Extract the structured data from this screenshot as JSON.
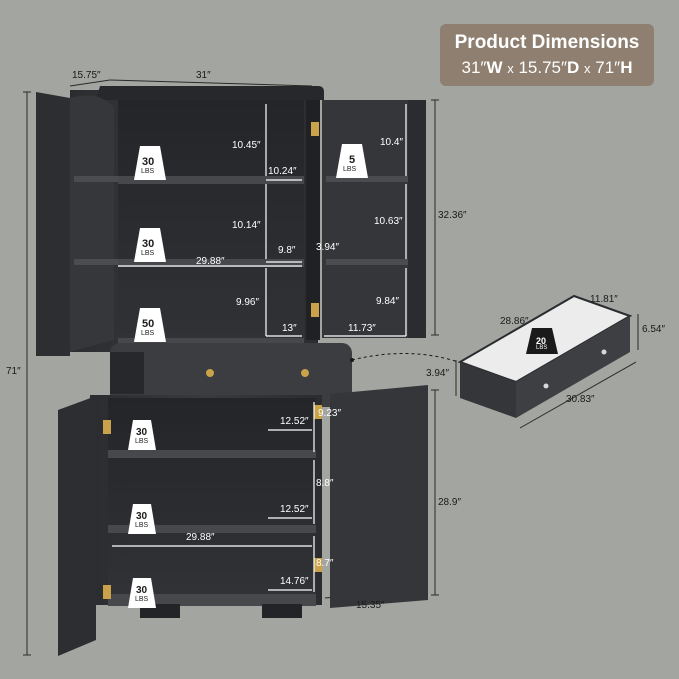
{
  "title": {
    "heading": "Product Dimensions",
    "w_value": "31″",
    "w_letter": "W",
    "d_value": "15.75″",
    "d_letter": "D",
    "h_value": "71″",
    "h_letter": "H",
    "separator": "x"
  },
  "overall": {
    "depth": "15.75″",
    "width": "31″",
    "height": "71″",
    "upper_door_height": "32.36″",
    "lower_door_height": "28.9″",
    "lower_depth": "15.35″"
  },
  "upper_left": {
    "weights": [
      {
        "num": "30",
        "unit": "LBS"
      },
      {
        "num": "30",
        "unit": "LBS"
      },
      {
        "num": "50",
        "unit": "LBS"
      }
    ],
    "heights": [
      "10.45″",
      "10.14″",
      "9.96″"
    ],
    "shelf_width": "29.88″"
  },
  "upper_middle": {
    "depths": [
      "10.24″",
      "9.8″",
      "13″"
    ]
  },
  "upper_right": {
    "weight": {
      "num": "5",
      "unit": "LBS"
    },
    "heights": [
      "10.4″",
      "10.63″",
      "9.84″"
    ],
    "gap": "3.94″",
    "depth": "11.73″"
  },
  "lower": {
    "weights": [
      {
        "num": "30",
        "unit": "LBS"
      },
      {
        "num": "30",
        "unit": "LBS"
      },
      {
        "num": "30",
        "unit": "LBS"
      }
    ],
    "depths": [
      "12.52″",
      "12.52″",
      "14.76″"
    ],
    "heights": [
      "9.23″",
      "8.8″",
      "8.7″"
    ],
    "shelf_width": "29.88″"
  },
  "drawer": {
    "weight": {
      "num": "20",
      "unit": "LBS"
    },
    "width": "28.86″",
    "depth": "11.81″",
    "height": "6.54″",
    "outer_width": "30.83″",
    "front_height": "3.94″"
  },
  "colors": {
    "background": "#a2a5a0",
    "wood": "#2f3134",
    "title_box": "#8e7f70",
    "brass": "#c9a24a"
  }
}
